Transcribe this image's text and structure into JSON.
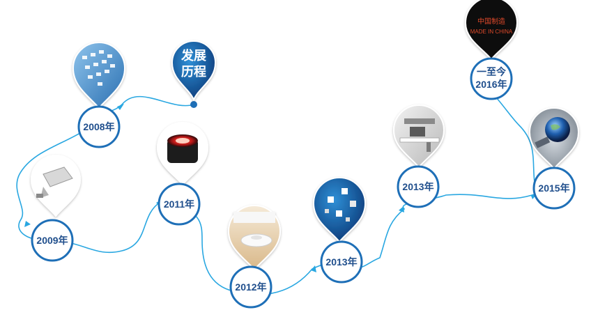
{
  "title": {
    "line1": "发展",
    "line2": "历程"
  },
  "milestones": [
    {
      "label": "2008年"
    },
    {
      "label": "2009年"
    },
    {
      "label": "2011年"
    },
    {
      "label": "2012年"
    },
    {
      "label": "2013年"
    },
    {
      "label": "2013年"
    },
    {
      "label": "2015年"
    },
    {
      "line1": "一至今",
      "line2": "2016年"
    }
  ],
  "badge": {
    "cn": "中国制造",
    "en": "MADE IN CHINA"
  },
  "colors": {
    "line": "#29a7e1",
    "ring": "#1e6fb7",
    "text": "#1f4e8c",
    "pin_dark": "#0d3d7a"
  }
}
